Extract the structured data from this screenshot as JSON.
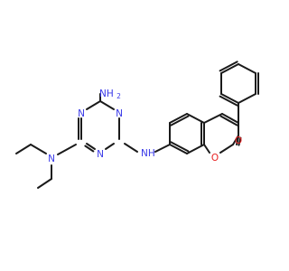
{
  "colors": {
    "bond": "#1a1a1a",
    "N": "#3838e8",
    "O": "#e82020",
    "C": "#1a1a1a"
  },
  "atoms": {
    "nh2_top": "NH2",
    "triazine_n_upper_left": "N",
    "triazine_n_upper_right": "N",
    "triazine_n_bottom": "N",
    "diethylamine_n": "N",
    "bridge_nh": "NH",
    "ring_o": "O",
    "carbonyl_o": "O"
  }
}
